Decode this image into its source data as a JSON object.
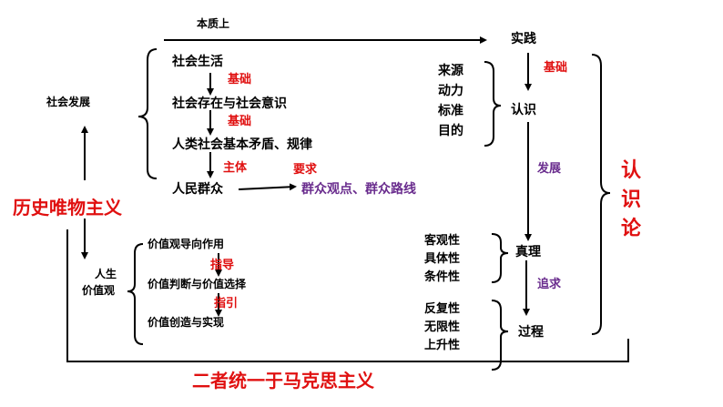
{
  "top": {
    "essence": "本质上",
    "practice": "实践"
  },
  "left": {
    "social_development": "社会发展",
    "historical_materialism": "历史唯物主义",
    "life_values": [
      "人生",
      "价值观"
    ]
  },
  "chain1": {
    "social_life": "社会生活",
    "basis1": "基础",
    "existence_consciousness": "社会存在与社会意识",
    "basis2": "基础",
    "contradiction_law": "人类社会基本矛盾、规律",
    "subject": "主体",
    "masses": "人民群众",
    "requirement": "要求",
    "mass_view": "群众观点、群众路线"
  },
  "chain2": {
    "value_guide": "价值观导向作用",
    "guide": "指导",
    "judgement": "价值判断与价值选择",
    "lead": "指引",
    "creation": "价值创造与实现"
  },
  "right": {
    "practice_roles": [
      "来源",
      "动力",
      "标准",
      "目的"
    ],
    "basis": "基础",
    "cognition": "认识",
    "develop": "发展",
    "truth_props": [
      "客观性",
      "具体性",
      "条件性"
    ],
    "truth": "真理",
    "pursue": "追求",
    "process_props": [
      "反复性",
      "无限性",
      "上升性"
    ],
    "process": "过程",
    "epistemology": [
      "认",
      "识",
      "论"
    ]
  },
  "bottom": {
    "unified": "二者统一于马克思主义"
  },
  "colors": {
    "red": "#e01010",
    "purple": "#6a2d8e",
    "black": "#000000"
  }
}
